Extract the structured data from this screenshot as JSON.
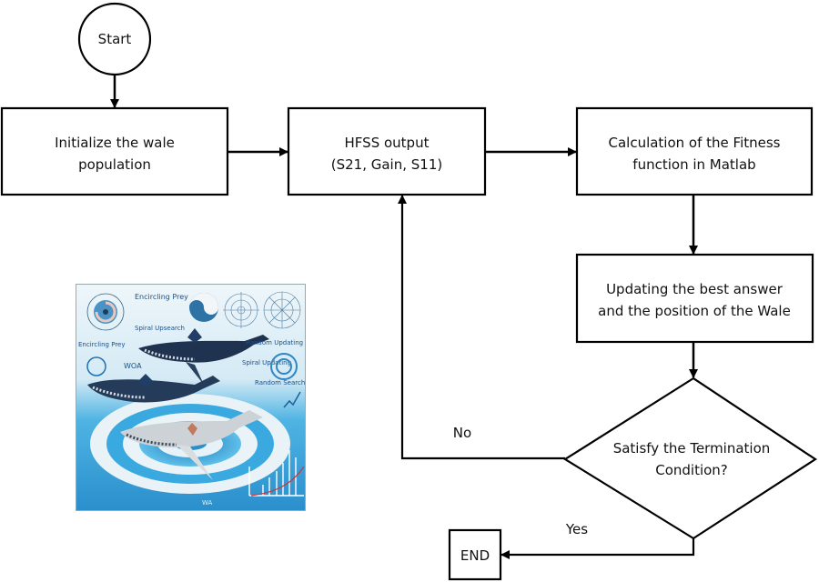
{
  "diagram": {
    "type": "flowchart",
    "nodes": {
      "start": {
        "shape": "circle",
        "label": [
          "Start"
        ]
      },
      "init": {
        "shape": "rect",
        "label": [
          "Initialize the wale",
          "population"
        ]
      },
      "hfss": {
        "shape": "rect",
        "label": [
          "HFSS output",
          "(S21, Gain, S11)"
        ]
      },
      "fitness": {
        "shape": "rect",
        "label": [
          "Calculation of the Fitness",
          "function in Matlab"
        ]
      },
      "update": {
        "shape": "rect",
        "label": [
          "Updating the best answer",
          "and the position of the Wale"
        ]
      },
      "decision": {
        "shape": "diamond",
        "label": [
          "Satisfy the Termination",
          "Condition?"
        ]
      },
      "end": {
        "shape": "rect",
        "label": [
          "END"
        ]
      }
    },
    "edges": [
      {
        "from": "start",
        "to": "init",
        "label": ""
      },
      {
        "from": "init",
        "to": "hfss",
        "label": ""
      },
      {
        "from": "hfss",
        "to": "fitness",
        "label": ""
      },
      {
        "from": "fitness",
        "to": "update",
        "label": ""
      },
      {
        "from": "update",
        "to": "decision",
        "label": ""
      },
      {
        "from": "decision",
        "to": "hfss",
        "label": "No"
      },
      {
        "from": "decision",
        "to": "end",
        "label": "Yes"
      }
    ],
    "edge_labels": {
      "no": "No",
      "yes": "Yes"
    }
  },
  "illustration": {
    "description": "Whale Optimization Algorithm illustration with whales and spiral water",
    "texts": [
      "Encircling Prey",
      "Spiral Upsearch",
      "Encircling Prey",
      "WOA",
      "Random Updating",
      "Spiral Updating",
      "Random Search",
      "WA"
    ],
    "colors": {
      "sky": "#e3f1f8",
      "water": "#2f9fd6",
      "deep": "#1b5f9a",
      "whale": "#1d2d44",
      "white_whale": "#cfd3d6",
      "accent": "#d0333a"
    }
  }
}
